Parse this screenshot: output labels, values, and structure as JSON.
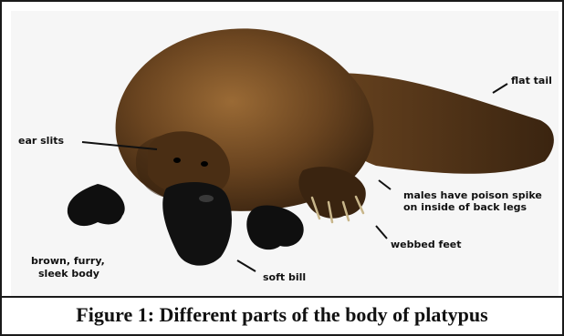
{
  "labels": {
    "ear_slits": "ear slits",
    "flat_tail": "flat tail",
    "poison_spike_line1": "males have poison spike",
    "poison_spike_line2": "on inside of back legs",
    "webbed_feet": "webbed feet",
    "body_line1": "brown, furry,",
    "body_line2": "sleek body",
    "soft_bill": "soft bill"
  },
  "caption": "Figure 1: Different parts of the body of platypus",
  "colors": {
    "fur_dark": "#3a2410",
    "fur_mid": "#6b4520",
    "fur_light": "#9a6a35",
    "bill": "#111111",
    "background": "#f6f6f6"
  }
}
